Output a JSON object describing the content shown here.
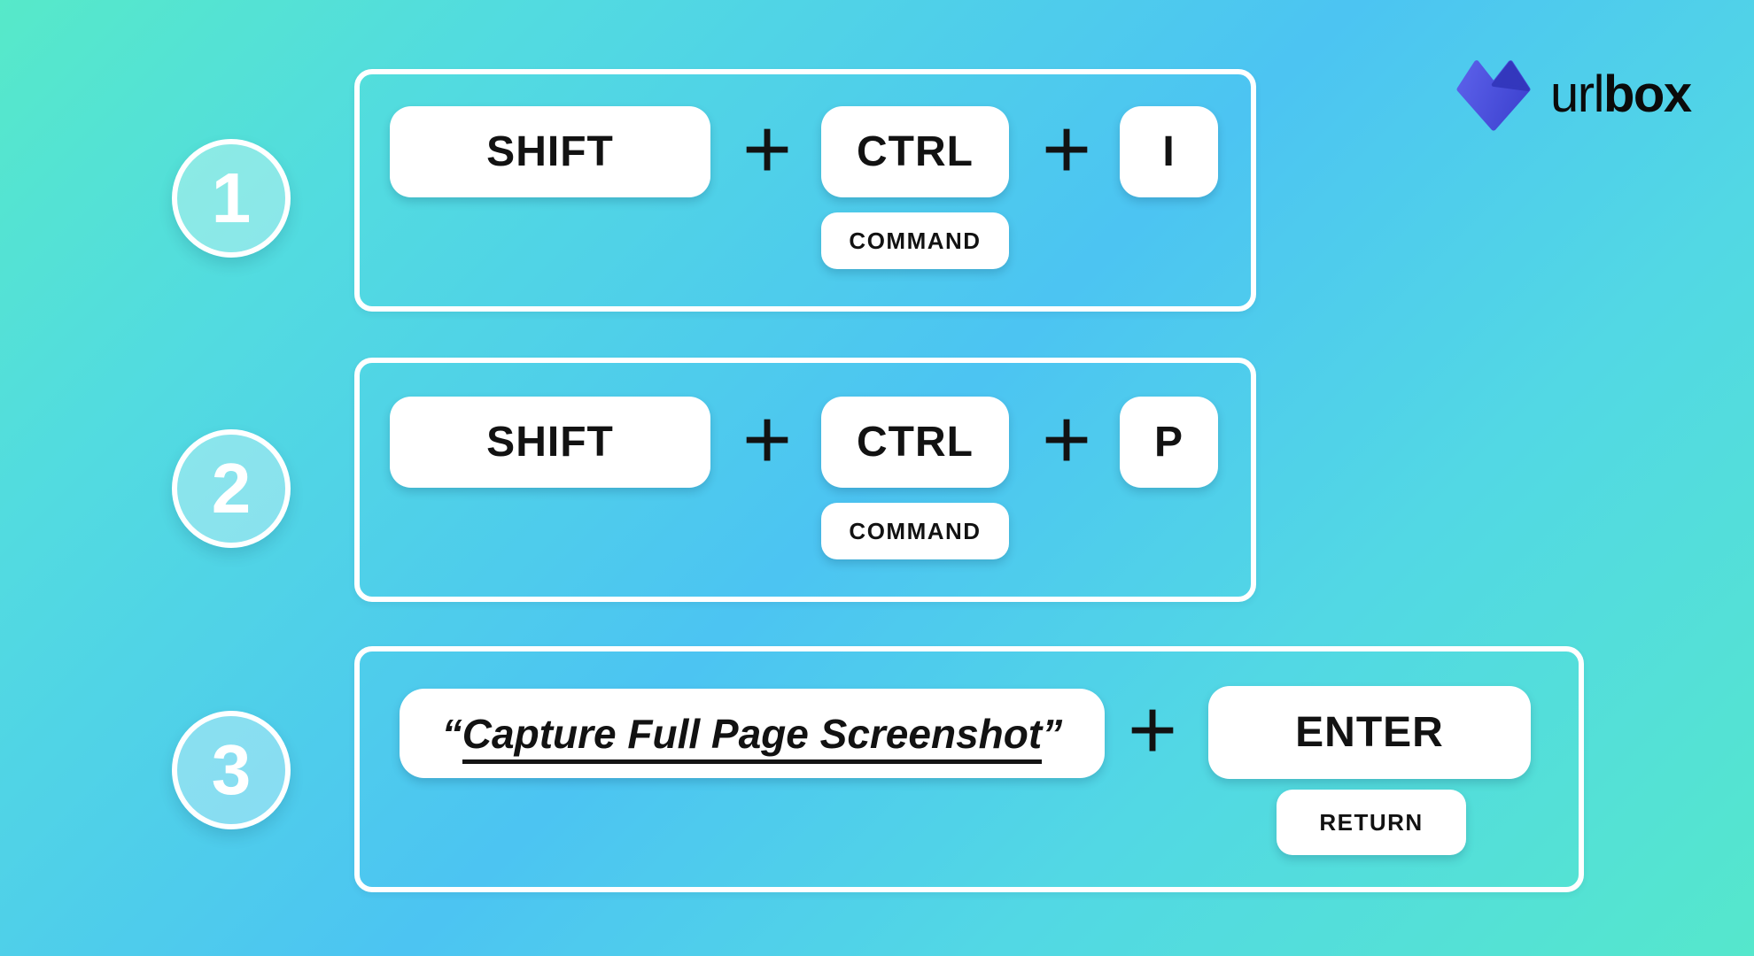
{
  "logo": {
    "brand": "urlbox",
    "text_regular": "url",
    "text_bold": "box"
  },
  "plus": "+",
  "steps": {
    "one": {
      "number": "1",
      "shift": "SHIFT",
      "ctrl": "CTRL",
      "command": "COMMAND",
      "letter": "I"
    },
    "two": {
      "number": "2",
      "shift": "SHIFT",
      "ctrl": "CTRL",
      "command": "COMMAND",
      "letter": "P"
    },
    "three": {
      "number": "3",
      "quote_open": "“",
      "phrase": "Capture Full Page Screenshot",
      "quote_close": "”",
      "enter": "ENTER",
      "return_label": "RETURN"
    }
  },
  "colors": {
    "background_teal": "#55E7CC",
    "background_blue": "#4CC4F2",
    "key_white": "#FFFFFF",
    "text_black": "#121212",
    "circle_fill": "rgba(255,255,255,0.33)",
    "logo_indigo_light": "#5C61EA",
    "logo_indigo_dark": "#3236BB",
    "logo_text_black": "#0B0B0B"
  }
}
